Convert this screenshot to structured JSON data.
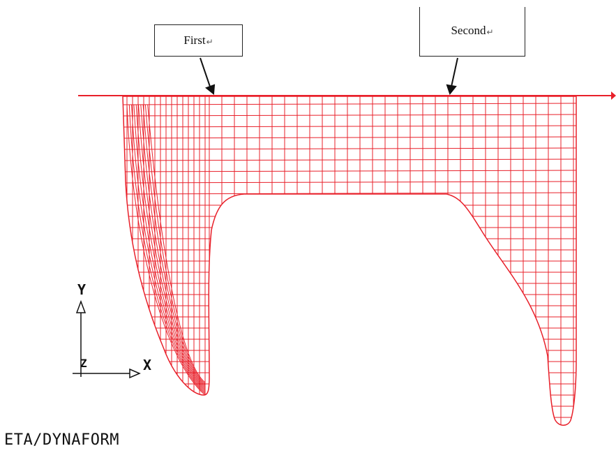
{
  "callouts": {
    "first": {
      "label": "First",
      "mark": "↵"
    },
    "second": {
      "label": "Second",
      "mark": "↵"
    }
  },
  "axes": {
    "x": "X",
    "y": "Y",
    "z": "Z"
  },
  "brand": "ETA/DYNAFORM",
  "colors": {
    "mesh": "#e8202a",
    "line": "#e8202a",
    "text": "#111111"
  }
}
